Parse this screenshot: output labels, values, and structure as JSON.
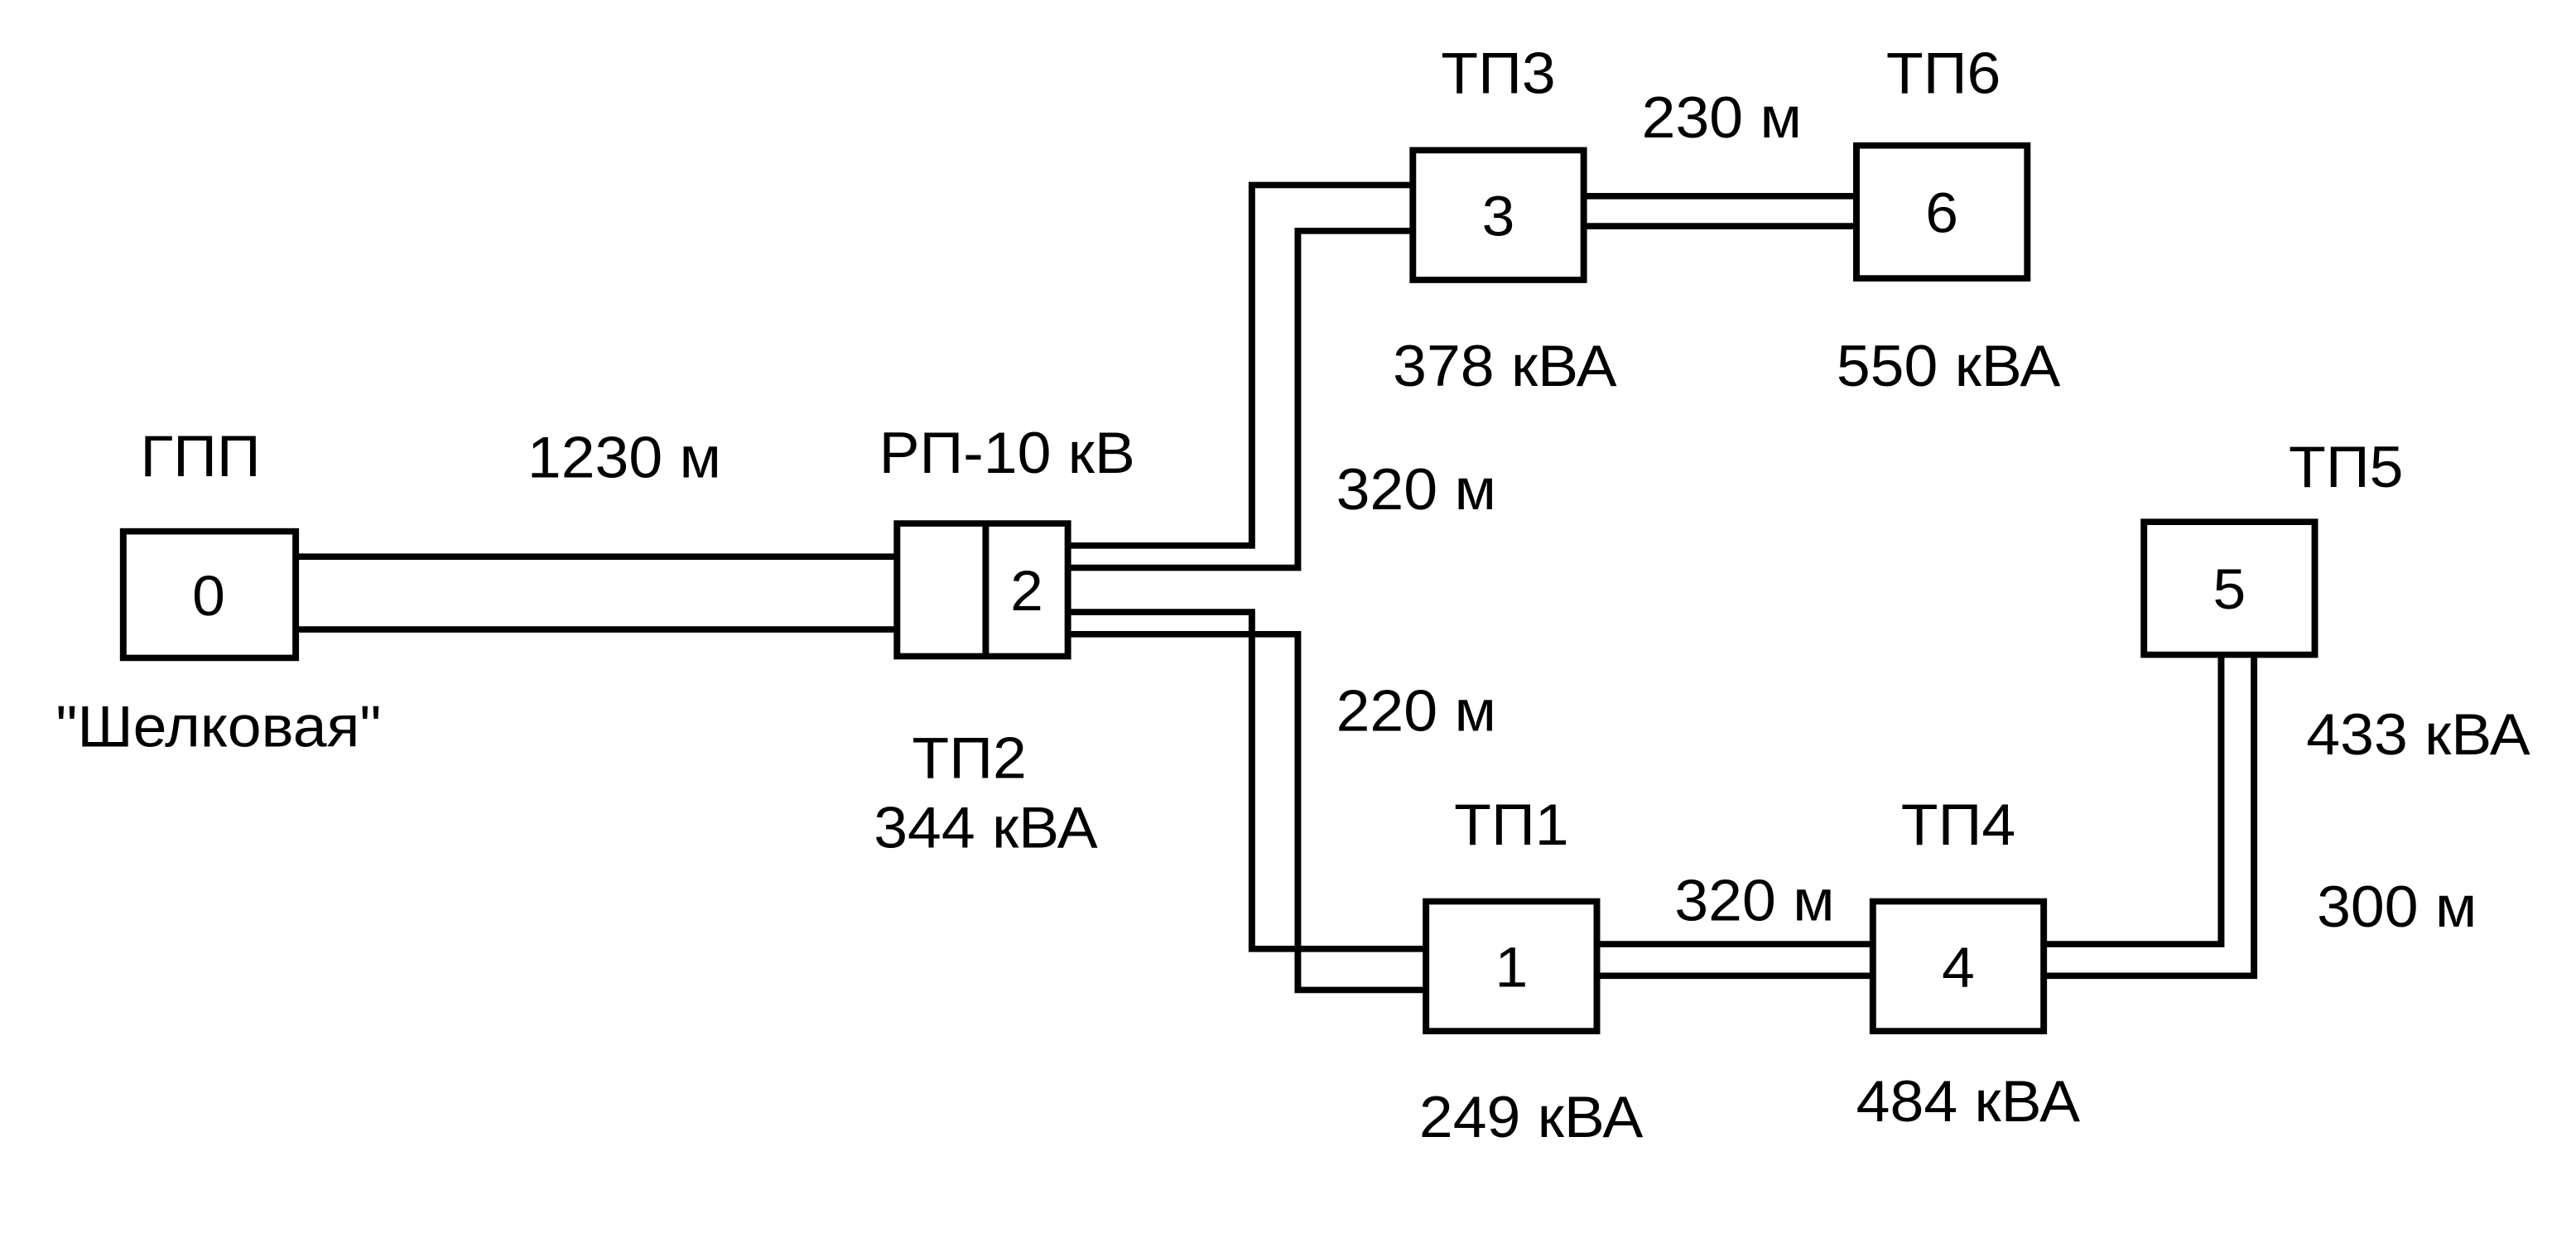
{
  "diagram": {
    "gpp": {
      "title": "ГПП",
      "name": "\"Шелковая\"",
      "node_number": "0"
    },
    "rp": {
      "title": "РП-10 кВ",
      "node_number": "2",
      "substation": "ТП2",
      "power": "344 кВА"
    },
    "tp1": {
      "title": "ТП1",
      "node_number": "1",
      "power": "249 кВА"
    },
    "tp3": {
      "title": "ТП3",
      "node_number": "3",
      "power": "378 кВА"
    },
    "tp4": {
      "title": "ТП4",
      "node_number": "4",
      "power": "484 кВА"
    },
    "tp5": {
      "title": "ТП5",
      "node_number": "5",
      "power": "433 кВА"
    },
    "tp6": {
      "title": "ТП6",
      "node_number": "6",
      "power": "550 кВА"
    },
    "segments": {
      "gpp_rp": "1230 м",
      "rp_tp3": "320 м",
      "tp3_tp6": "230 м",
      "rp_tp1": "220 м",
      "tp1_tp4": "320 м",
      "tp4_tp5": "300 м"
    }
  }
}
